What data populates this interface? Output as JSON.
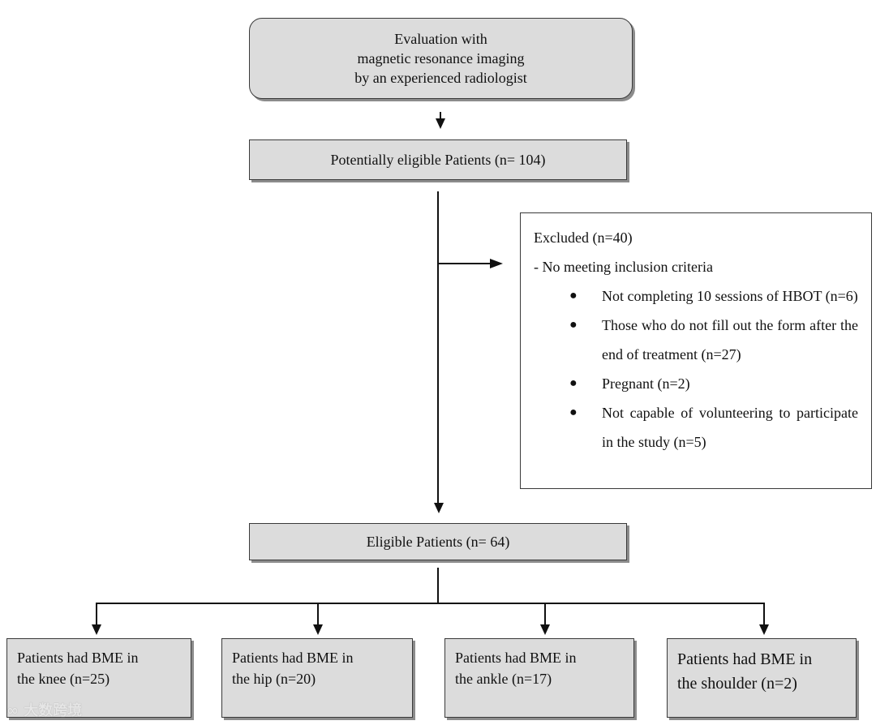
{
  "evaluation": {
    "lines": [
      "Evaluation with",
      "magnetic resonance imaging",
      "by an experienced radiologist"
    ]
  },
  "potentially_eligible": "Potentially eligible Patients (n= 104)",
  "excluded": {
    "title": "Excluded (n=40)",
    "subtitle": "-  No meeting inclusion criteria",
    "items": [
      "Not completing 10 sessions of HBOT (n=6)",
      "Those who do not fill out the form after the end of treatment (n=27)",
      "Pregnant (n=2)",
      "Not capable of volunteering to participate in the study (n=5)"
    ],
    "bullet": "●"
  },
  "eligible": "Eligible Patients (n= 64)",
  "subgroups": [
    {
      "line1": "Patients had BME in",
      "line2": "the knee (n=25)"
    },
    {
      "line1": "Patients had BME in",
      "line2": "the hip (n=20)"
    },
    {
      "line1": "Patients had BME in",
      "line2": "the ankle (n=17)"
    },
    {
      "line1": "Patients had BME in",
      "line2": "the shoulder (n=2)"
    }
  ],
  "watermark": "大数跨境"
}
